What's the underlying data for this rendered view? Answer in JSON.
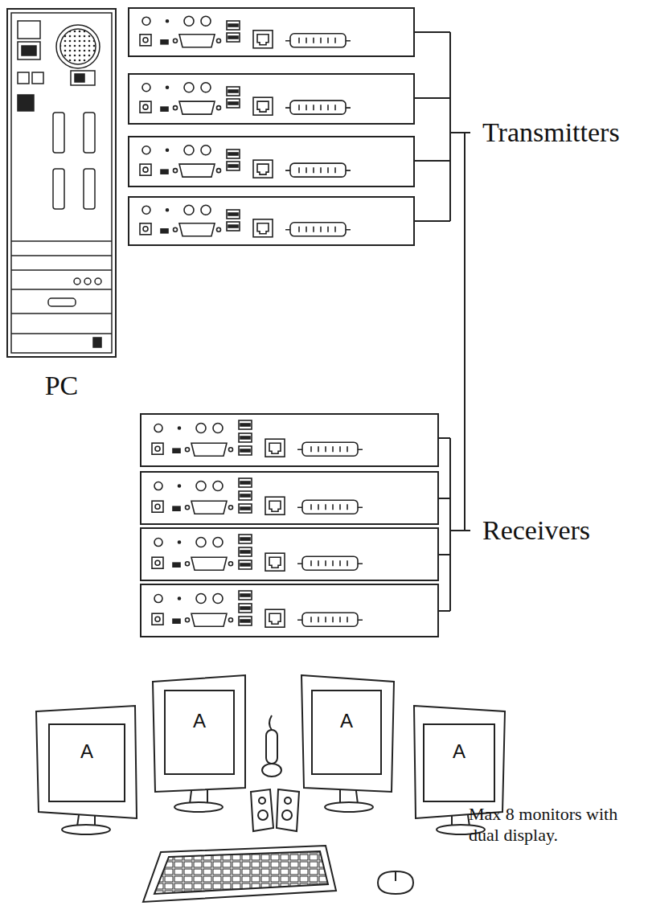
{
  "diagram": {
    "nodes": [
      {
        "text": [
          "PC"
        ]
      },
      {
        "text": [
          "A"
        ]
      },
      {
        "text": [
          "A"
        ]
      },
      {
        "text": [
          "A"
        ]
      },
      {
        "text": [
          "A"
        ]
      }
    ],
    "labels": [
      "Transmitters",
      "Receivers",
      "Max 8 monitors with dual display."
    ]
  }
}
